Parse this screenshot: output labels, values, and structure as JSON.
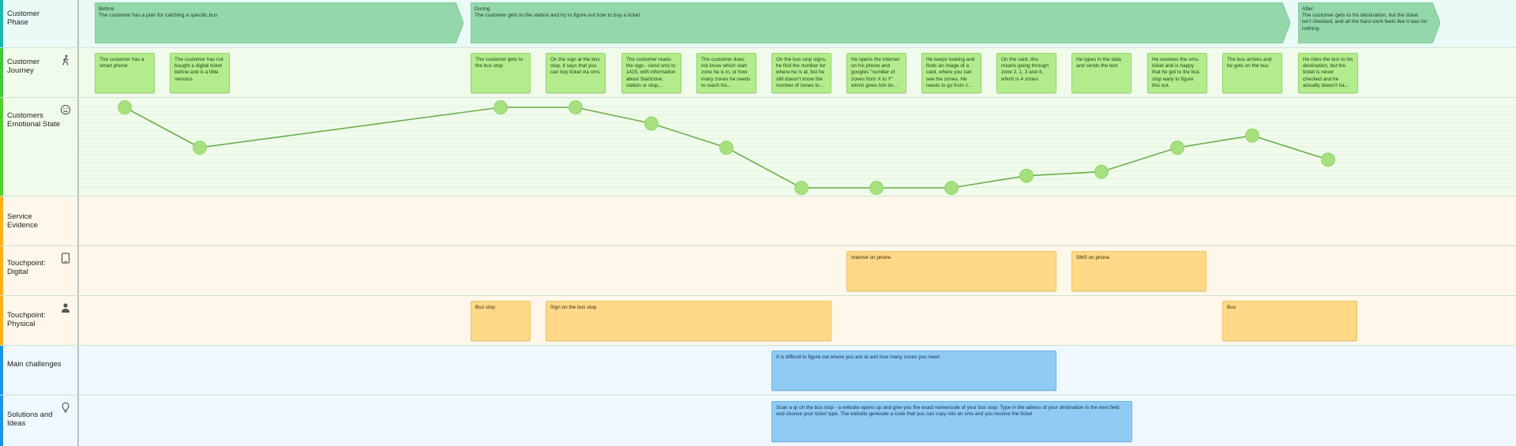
{
  "lanes": {
    "phase": {
      "title": "Customer Phase",
      "accent": "#1bb8b0",
      "bg": "#e9faf7"
    },
    "journey": {
      "title": "Customer Journey",
      "accent": "#3fc83a",
      "bg": "#f1fbec",
      "icon": "walking-person-icon"
    },
    "emotion": {
      "title": "Customers Emotional State",
      "accent": "#52d12e",
      "bg": "#f1fbec",
      "icon": "smiley-face-icon"
    },
    "evidence": {
      "title": "Service Evidence",
      "accent": "#ffb21a",
      "bg": "#fff8ea"
    },
    "digital": {
      "title": "Touchpoint: Digital",
      "accent": "#ffb21a",
      "bg": "#fff8ea",
      "icon": "tablet-icon"
    },
    "physical": {
      "title": "Touchpoint: Physical",
      "accent": "#ffb21a",
      "bg": "#fff8ea",
      "icon": "person-icon"
    },
    "challenges": {
      "title": "Main challenges",
      "accent": "#1a96e8",
      "bg": "#eef8fe"
    },
    "solutions": {
      "title": "Solutions and Ideas",
      "accent": "#1a96e8",
      "bg": "#eef8fe",
      "icon": "lightbulb-icon"
    }
  },
  "phases": [
    {
      "label": "Before",
      "text": "The customer has a plan for catching a specific bus",
      "color": "#93d7aa"
    },
    {
      "label": "During",
      "text": "The customer gets to the station and try to figure out how to buy a ticket",
      "color": "#93d7aa"
    },
    {
      "label": "After",
      "text": "The customer gets to his destination, but the ticket isn't checked, and all the hard work feels like it was for nothing",
      "color": "#93d7aa"
    }
  ],
  "journey_steps": [
    "The customer has a smart phone",
    "The customer has not bought a digital ticket before and is a little nervous",
    "The customer gets to the bus stop",
    "On the sign at the bus stop, it says that you can buy ticket via sms",
    "The customer reads the sign - send sms to 1415, with information about Startzone, station or stop,...",
    "The customer does not know which start zone he is in, or how many zones he needs to reach his...",
    "On the bus stop signs, he find the number for where he is at, but he still doesn't know the number of zones to...",
    "He opens the internet on his phone and googles \"number of zones from X to Y\" which gives him lin...",
    "He keeps looking and finds an image of a card, where you can see the zones. He needs to go from z...",
    "On the card, this means going through zone 2, 1, 3 and 4, which is 4 zones",
    "He types in the data and sends the text",
    "He receives the sms-ticket and is happy that he got to the bus stop early to figure this out.",
    "The bus arrives and he gets on the bus",
    "He rides the bus to his destination, but the ticket is never checked and he actually doesn't ha..."
  ],
  "emotion_curve": {
    "levels": [
      10,
      5,
      10,
      10,
      8,
      5,
      0,
      0,
      0,
      1.5,
      2,
      5,
      6.5,
      3.5
    ],
    "min": 0,
    "max": 10,
    "line_color": "#6ab04c",
    "dot_color": "#a6e07f"
  },
  "touchpoints_digital": [
    {
      "text": "Internet on phone"
    },
    {
      "text": "SMS on phone"
    }
  ],
  "touchpoints_physical": [
    {
      "text": "Bus stop"
    },
    {
      "text": "Sign on the bus stop"
    },
    {
      "text": "Bus"
    }
  ],
  "challenges": [
    {
      "text": "It is difficult to figure out where you are at and how many zones you need"
    }
  ],
  "solutions": [
    {
      "text": "Scan a qr on the bus stop - a website opens up and give you the exact name/code of your bus stop. Type in the adress of your destination in the next field and choose your ticket type. The website generate a code that you can copy into an sms and you receive the ticket"
    }
  ]
}
